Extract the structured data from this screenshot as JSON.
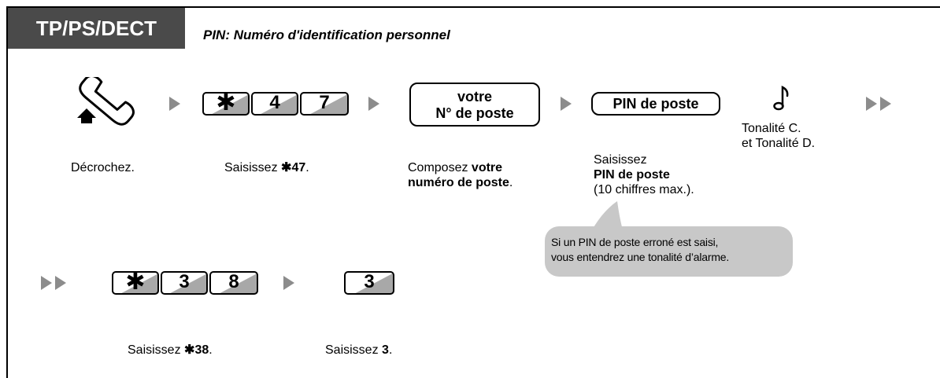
{
  "header": {
    "tab_label": "TP/PS/DECT",
    "subtitle": "PIN: Numéro d'identification personnel"
  },
  "steps": {
    "offhook": {
      "icon": "handset-offhook-icon",
      "caption": "Décrochez."
    },
    "dial_47": {
      "keys": [
        "✱",
        "4",
        "7"
      ],
      "caption_prefix": "Saisissez ",
      "caption_code": "✱47",
      "caption_suffix": "."
    },
    "extension": {
      "box_line1": "votre",
      "box_line2": "N° de poste",
      "caption_prefix": "Composez ",
      "caption_bold1": "votre",
      "caption_bold2": "numéro de poste",
      "caption_suffix": "."
    },
    "pin": {
      "box_label": "PIN de poste",
      "caption_line1": "Saisissez",
      "caption_bold": "PIN de poste",
      "caption_line3": "(10 chiffres max.)."
    },
    "tone": {
      "icon": "musical-note-icon",
      "line1": "Tonalité C.",
      "line2": "et Tonalité D."
    },
    "dial_38": {
      "keys": [
        "✱",
        "3",
        "8"
      ],
      "caption_prefix": "Saisissez ",
      "caption_code": "✱38",
      "caption_suffix": "."
    },
    "dial_3": {
      "key": "3",
      "caption_prefix": "Saisissez ",
      "caption_code": "3",
      "caption_suffix": "."
    }
  },
  "note": {
    "line1": "Si un PIN de poste erroné est saisi,",
    "line2": "vous entendrez une tonalité d’alarme."
  },
  "colors": {
    "tab_background": "#4a4a4a",
    "arrow": "#8c8c8c",
    "key_shade": "#a8a8a8",
    "bubble": "#c8c8c8"
  }
}
